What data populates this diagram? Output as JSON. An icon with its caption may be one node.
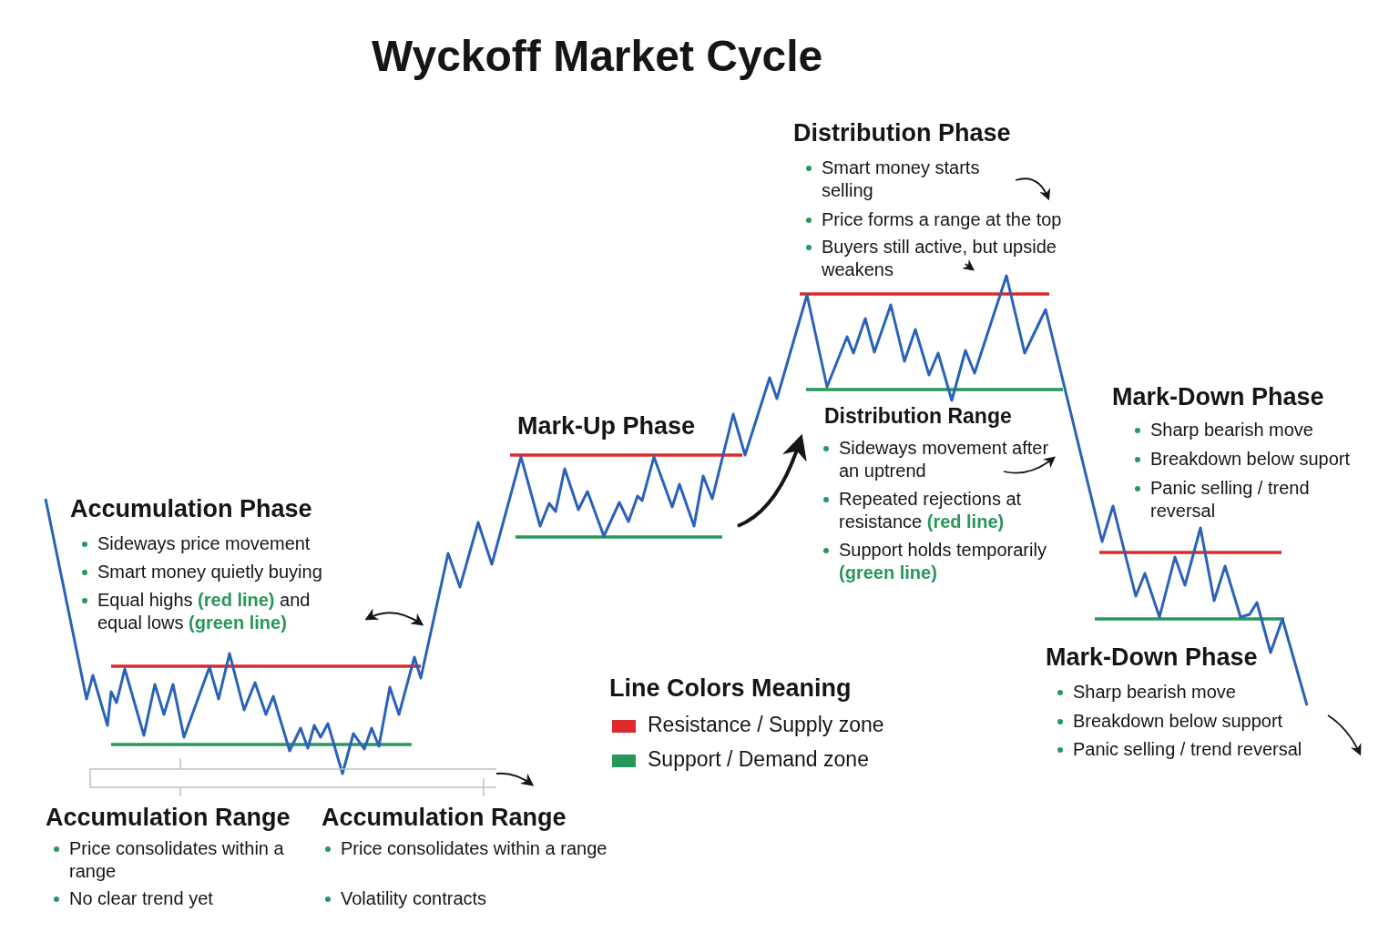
{
  "diagram": {
    "title": "Wyckoff Market Cycle",
    "labels": [
      "Distribution Phase",
      "Smart money starts selling",
      "Price forms a range at the top",
      "Buyers still active, but upside weakens",
      "Mark-Down Phase",
      "Sharp bearish move",
      "Breakdown below suport",
      "Panic selling / trend reversal",
      "Mark-Up Phase",
      "Distribution Range",
      "Sideways movement after an uptrend",
      "Repeated rejections at resistance **(red line)**",
      "Support holds temporarily **(green line)**",
      "Accumulation Phase",
      "Sideways price movement",
      "Smart money quietly buying",
      "Equal highs **(red line)** and equal lows **(green line)**",
      "Mark-Down Phase",
      "Sharp bearish move",
      "Breakdown below support",
      "Panic selling / trend reversal",
      "Line Colors Meaning",
      "Accumulation Range",
      "Price consolidates within a range",
      "No clear trend yet",
      "Accumulation Range",
      "Price consolidates within a range",
      "Volatility contracts"
    ],
    "legend": [
      {
        "text": "Resistance / Supply zone",
        "color": "#dd2a2a"
      },
      {
        "text": "Support / Demand zone",
        "color": "#27975a"
      }
    ]
  }
}
